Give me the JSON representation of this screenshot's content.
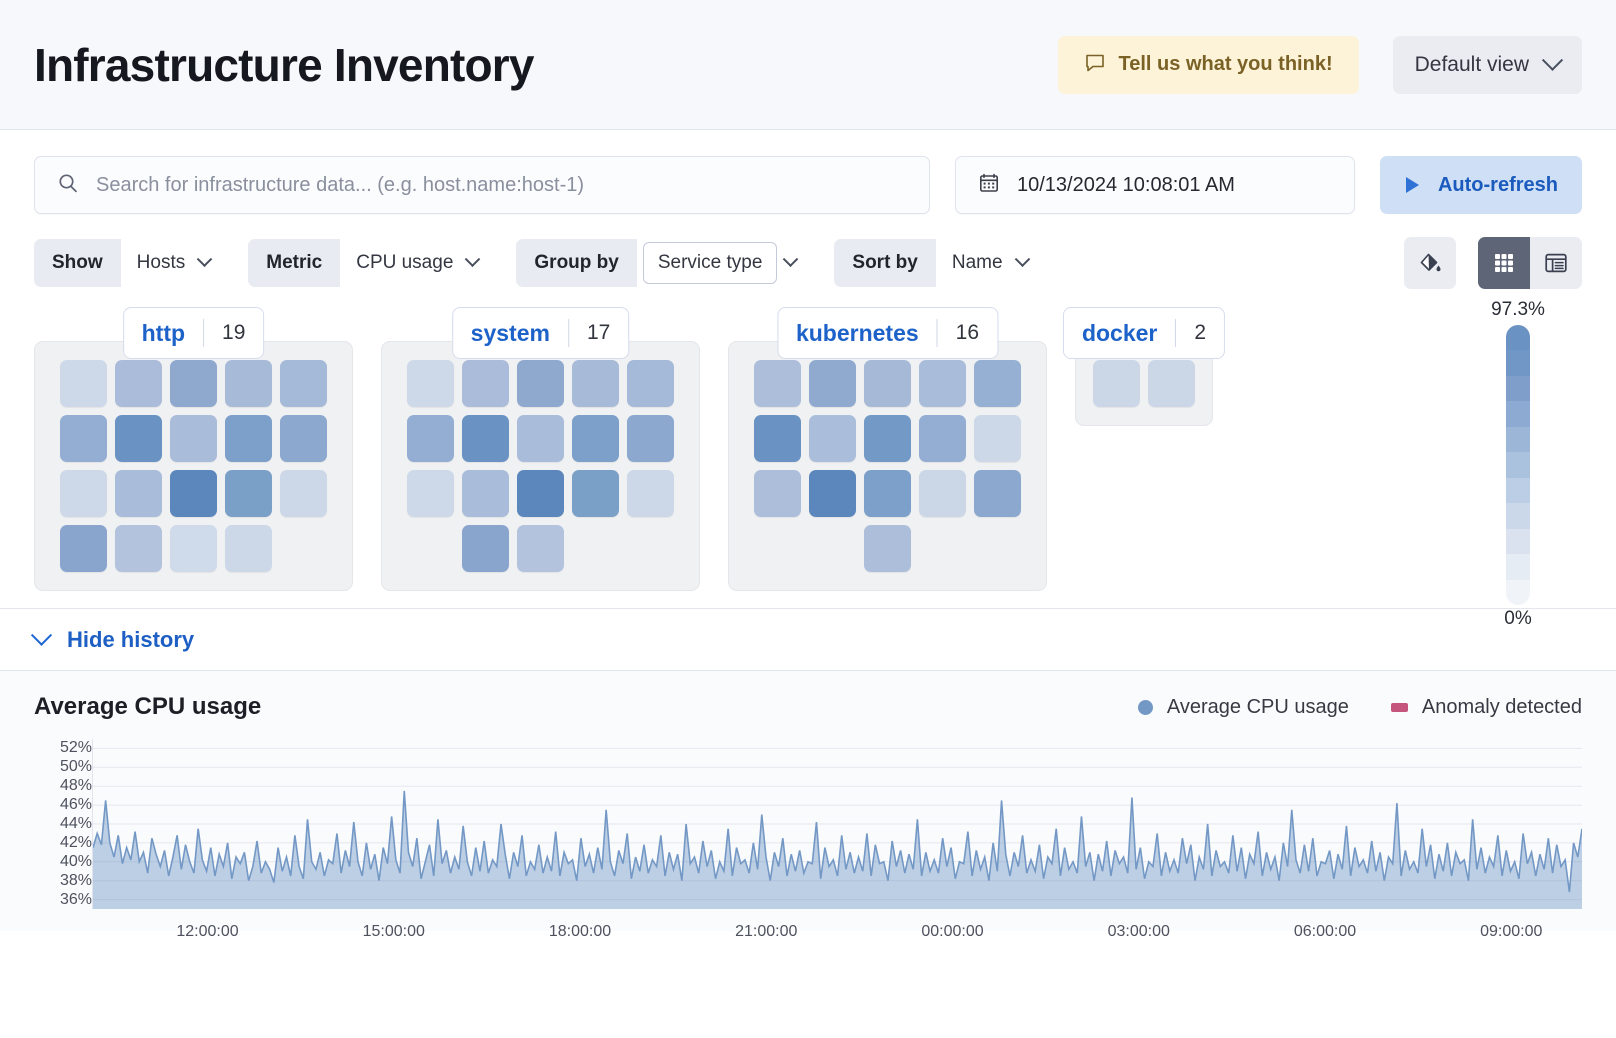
{
  "header": {
    "title": "Infrastructure Inventory",
    "feedback_label": "Tell us what you think!",
    "feedback_icon": "comment-icon",
    "view_label": "Default view",
    "view_icon": "chevron-down-icon"
  },
  "search": {
    "placeholder": "Search for infrastructure data... (e.g. host.name:host-1)",
    "value": "",
    "icon": "search-icon"
  },
  "datepicker": {
    "value": "10/13/2024 10:08:01 AM",
    "icon": "calendar-icon"
  },
  "refresh": {
    "label": "Auto-refresh",
    "icon": "play-icon"
  },
  "filters": [
    {
      "label": "Show",
      "value": "Hosts",
      "name": "show"
    },
    {
      "label": "Metric",
      "value": "CPU usage",
      "name": "metric"
    },
    {
      "label": "Group by",
      "value": "Service type",
      "name": "group-by",
      "boxed": true
    },
    {
      "label": "Sort by",
      "value": "Name",
      "name": "sort-by"
    }
  ],
  "tools": {
    "palette_icon": "color-fill-icon",
    "grid_view_icon": "grid-view-icon",
    "table_view_icon": "table-view-icon",
    "active_view": "grid"
  },
  "legend_scale": {
    "max": "97.3%",
    "min": "0%",
    "colors": [
      "#6a92c2",
      "#7197c6",
      "#7f9fca",
      "#8dabd2",
      "#9cb6d8",
      "#abc2de",
      "#bccee5",
      "#cbd8ea",
      "#dae2ef",
      "#e6ecf4",
      "#f0f3f8"
    ]
  },
  "waffle_groups": [
    {
      "name": "http",
      "count": "19",
      "rows": [
        [
          "#cdd9e8",
          "#abbcda",
          "#8fa9ce",
          "#a7bad8",
          "#a5b9d8"
        ],
        [
          "#93aed2",
          "#6a92c2",
          "#a9bcda",
          "#7ca0c9",
          "#8ca8cf"
        ],
        [
          "#cdd9e8",
          "#a9bcda",
          "#5b87bd",
          "#7ba0c8",
          "#ccd8e8"
        ],
        [
          "#8aa5cd",
          "#b3c3de",
          "#cfdaea",
          "#ccd8e8"
        ]
      ]
    },
    {
      "name": "system",
      "count": "17",
      "rows": [
        [
          "#cdd9e8",
          "#abbcda",
          "#8fa9ce",
          "#a7bad8",
          "#a5b9d8"
        ],
        [
          "#93aed2",
          "#6a92c2",
          "#a9bcda",
          "#7ca0c9",
          "#8ca8cf"
        ],
        [
          "#cdd9e8",
          "#a9bcda",
          "#5b87bd",
          "#7ba0c8",
          "#ccd8e8"
        ],
        [
          "#8aa5cd",
          "#b3c3de"
        ]
      ]
    },
    {
      "name": "kubernetes",
      "count": "16",
      "rows": [
        [
          "#adbedb",
          "#90aacf",
          "#a6bad8",
          "#a9bcda",
          "#95b0d3"
        ],
        [
          "#6a92c2",
          "#aabdda",
          "#7399c6",
          "#93aed2",
          "#ccd8e8"
        ],
        [
          "#adbedb",
          "#5b87bd",
          "#7ca0c9",
          "#cbd7e7",
          "#8ca8cf"
        ],
        [
          "#adbedb"
        ]
      ]
    },
    {
      "name": "docker",
      "count": "2",
      "rows": [
        [
          "#cbd7e7",
          "#cbd7e7"
        ]
      ]
    }
  ],
  "history_toggle": {
    "label": "Hide history",
    "icon": "chevron-down-icon"
  },
  "chart_data": {
    "type": "area",
    "title": "Average CPU usage",
    "xlabel": "",
    "ylabel": "",
    "ylim": [
      35,
      53
    ],
    "grid": true,
    "legend_position": "top-right",
    "legend": [
      {
        "name": "Average CPU usage",
        "color": "#7398c5",
        "marker": "dot"
      },
      {
        "name": "Anomaly detected",
        "color": "#c6557e",
        "marker": "square"
      }
    ],
    "ytick_labels": [
      "52%",
      "50%",
      "48%",
      "46%",
      "44%",
      "42%",
      "40%",
      "38%",
      "36%"
    ],
    "ytick_values": [
      52,
      50,
      48,
      46,
      44,
      42,
      40,
      38,
      36
    ],
    "xtick_labels": [
      "12:00:00",
      "15:00:00",
      "18:00:00",
      "21:00:00",
      "00:00:00",
      "03:00:00",
      "06:00:00",
      "09:00:00"
    ],
    "series": [
      {
        "name": "Average CPU usage",
        "color": "#7398c5",
        "values": [
          41.5,
          43.0,
          41.8,
          46.5,
          42.0,
          40.5,
          42.8,
          39.8,
          41.5,
          40.2,
          43.2,
          40.0,
          41.0,
          38.8,
          42.5,
          40.8,
          39.5,
          41.2,
          38.5,
          40.5,
          42.8,
          39.2,
          41.8,
          40.0,
          38.8,
          43.5,
          40.2,
          39.0,
          41.5,
          38.5,
          40.8,
          39.5,
          42.0,
          38.2,
          40.5,
          39.8,
          41.0,
          38.0,
          39.5,
          42.2,
          38.8,
          40.0,
          39.2,
          37.8,
          41.5,
          39.0,
          40.5,
          38.5,
          42.8,
          39.5,
          38.2,
          44.5,
          40.0,
          39.2,
          41.0,
          38.5,
          40.2,
          39.8,
          43.0,
          38.8,
          41.2,
          39.5,
          44.2,
          40.0,
          38.5,
          42.0,
          39.2,
          40.8,
          38.0,
          41.5,
          39.8,
          44.8,
          40.2,
          38.8,
          47.5,
          41.0,
          39.5,
          42.5,
          38.2,
          40.0,
          41.8,
          38.5,
          44.5,
          39.8,
          41.2,
          38.8,
          40.5,
          39.2,
          43.8,
          40.0,
          38.5,
          41.5,
          39.0,
          42.2,
          38.8,
          40.2,
          39.5,
          44.0,
          40.8,
          38.2,
          41.0,
          39.5,
          42.8,
          38.5,
          40.0,
          39.2,
          41.8,
          38.8,
          40.5,
          39.0,
          43.2,
          38.5,
          41.0,
          39.8,
          40.2,
          38.0,
          42.5,
          39.5,
          40.8,
          38.8,
          41.5,
          39.2,
          45.5,
          40.0,
          38.5,
          41.2,
          39.8,
          43.0,
          38.2,
          40.5,
          39.0,
          41.8,
          38.8,
          40.2,
          39.5,
          42.8,
          38.5,
          41.0,
          39.2,
          40.8,
          38.0,
          44.0,
          39.8,
          40.5,
          38.8,
          42.2,
          39.5,
          41.2,
          38.2,
          40.0,
          39.0,
          43.5,
          38.5,
          41.5,
          39.8,
          40.2,
          38.8,
          42.0,
          39.2,
          45.0,
          40.5,
          38.0,
          41.0,
          39.5,
          42.5,
          38.5,
          40.8,
          39.0,
          41.2,
          38.8,
          40.0,
          39.8,
          44.2,
          38.2,
          41.5,
          39.5,
          40.2,
          38.5,
          42.8,
          39.2,
          41.0,
          38.8,
          40.5,
          39.0,
          43.0,
          38.5,
          41.8,
          39.8,
          40.0,
          38.0,
          42.2,
          39.5,
          41.2,
          38.8,
          40.8,
          39.2,
          44.5,
          38.5,
          41.0,
          39.0,
          40.2,
          38.8,
          42.5,
          39.5,
          41.5,
          38.2,
          40.0,
          39.8,
          43.2,
          38.5,
          41.2,
          39.2,
          40.5,
          38.0,
          42.0,
          39.0,
          46.5,
          40.8,
          38.5,
          41.0,
          39.5,
          42.8,
          38.8,
          40.2,
          39.0,
          41.8,
          38.2,
          40.5,
          39.8,
          43.5,
          38.5,
          41.5,
          39.2,
          40.0,
          38.8,
          44.8,
          39.5,
          41.0,
          38.0,
          40.8,
          39.0,
          42.2,
          38.5,
          41.2,
          39.8,
          40.5,
          38.8,
          46.8,
          39.2,
          41.5,
          38.2,
          40.0,
          39.5,
          43.0,
          38.5,
          41.0,
          39.0,
          40.2,
          38.8,
          42.5,
          39.8,
          41.8,
          38.0,
          40.5,
          39.2,
          44.0,
          38.5,
          41.2,
          39.5,
          40.0,
          38.8,
          42.8,
          39.0,
          41.5,
          38.2,
          40.8,
          39.8,
          43.2,
          38.5,
          41.0,
          39.2,
          40.5,
          38.0,
          42.0,
          39.5,
          45.5,
          40.2,
          38.8,
          41.8,
          39.0,
          42.5,
          38.5,
          40.0,
          39.8,
          41.2,
          38.2,
          40.8,
          39.2,
          43.8,
          38.5,
          41.5,
          39.5,
          40.2,
          38.8,
          42.2,
          39.0,
          41.0,
          38.0,
          40.5,
          39.8,
          46.2,
          38.5,
          41.2,
          39.2,
          40.0,
          38.8,
          43.5,
          39.5,
          41.8,
          38.2,
          40.8,
          39.0,
          42.0,
          38.5,
          41.0,
          39.8,
          40.2,
          38.0,
          44.5,
          39.2,
          41.5,
          38.8,
          40.5,
          39.5,
          42.8,
          38.5,
          41.2,
          39.0,
          40.0,
          38.2,
          43.0,
          39.8,
          41.0,
          38.5,
          40.8,
          39.2,
          42.5,
          38.8,
          41.8,
          39.5,
          40.2,
          36.8,
          42.0,
          40.5,
          43.5
        ]
      }
    ]
  }
}
